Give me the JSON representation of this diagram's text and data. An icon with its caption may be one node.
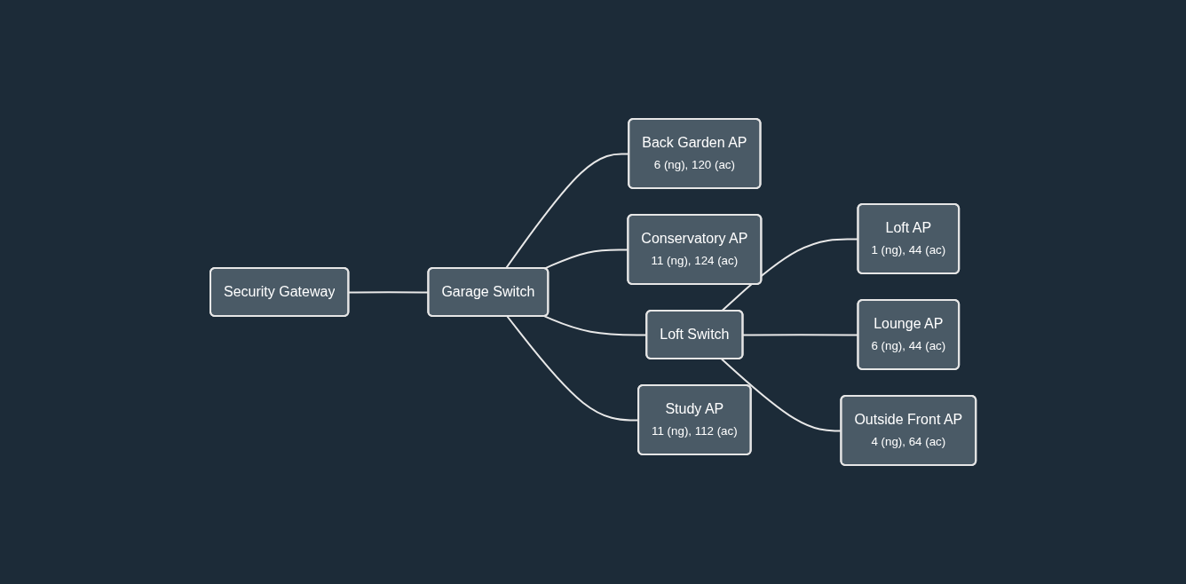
{
  "diagram": {
    "nodes": [
      {
        "text": [
          "Security Gateway"
        ]
      },
      {
        "text": [
          "Garage Switch"
        ]
      },
      {
        "text": [
          "Back Garden AP",
          "6 (ng), 120 (ac)"
        ]
      },
      {
        "text": [
          "Conservatory AP",
          "11 (ng), 124 (ac)"
        ]
      },
      {
        "text": [
          "Loft Switch"
        ]
      },
      {
        "text": [
          "Study AP",
          "11 (ng), 112 (ac)"
        ]
      },
      {
        "text": [
          "Loft AP",
          "1 (ng), 44 (ac)"
        ]
      },
      {
        "text": [
          "Lounge AP",
          "6 (ng), 44 (ac)"
        ]
      },
      {
        "text": [
          "Outside Front AP",
          "4 (ng), 64 (ac)"
        ]
      }
    ],
    "edges": [
      {
        "from": 0,
        "to": 1,
        "arrow": "none"
      },
      {
        "from": 1,
        "to": 2,
        "arrow": "none"
      },
      {
        "from": 1,
        "to": 3,
        "arrow": "none"
      },
      {
        "from": 1,
        "to": 4,
        "arrow": "none"
      },
      {
        "from": 1,
        "to": 5,
        "arrow": "none"
      },
      {
        "from": 4,
        "to": 6,
        "arrow": "none"
      },
      {
        "from": 4,
        "to": 7,
        "arrow": "none"
      },
      {
        "from": 4,
        "to": 8,
        "arrow": "none"
      }
    ]
  }
}
